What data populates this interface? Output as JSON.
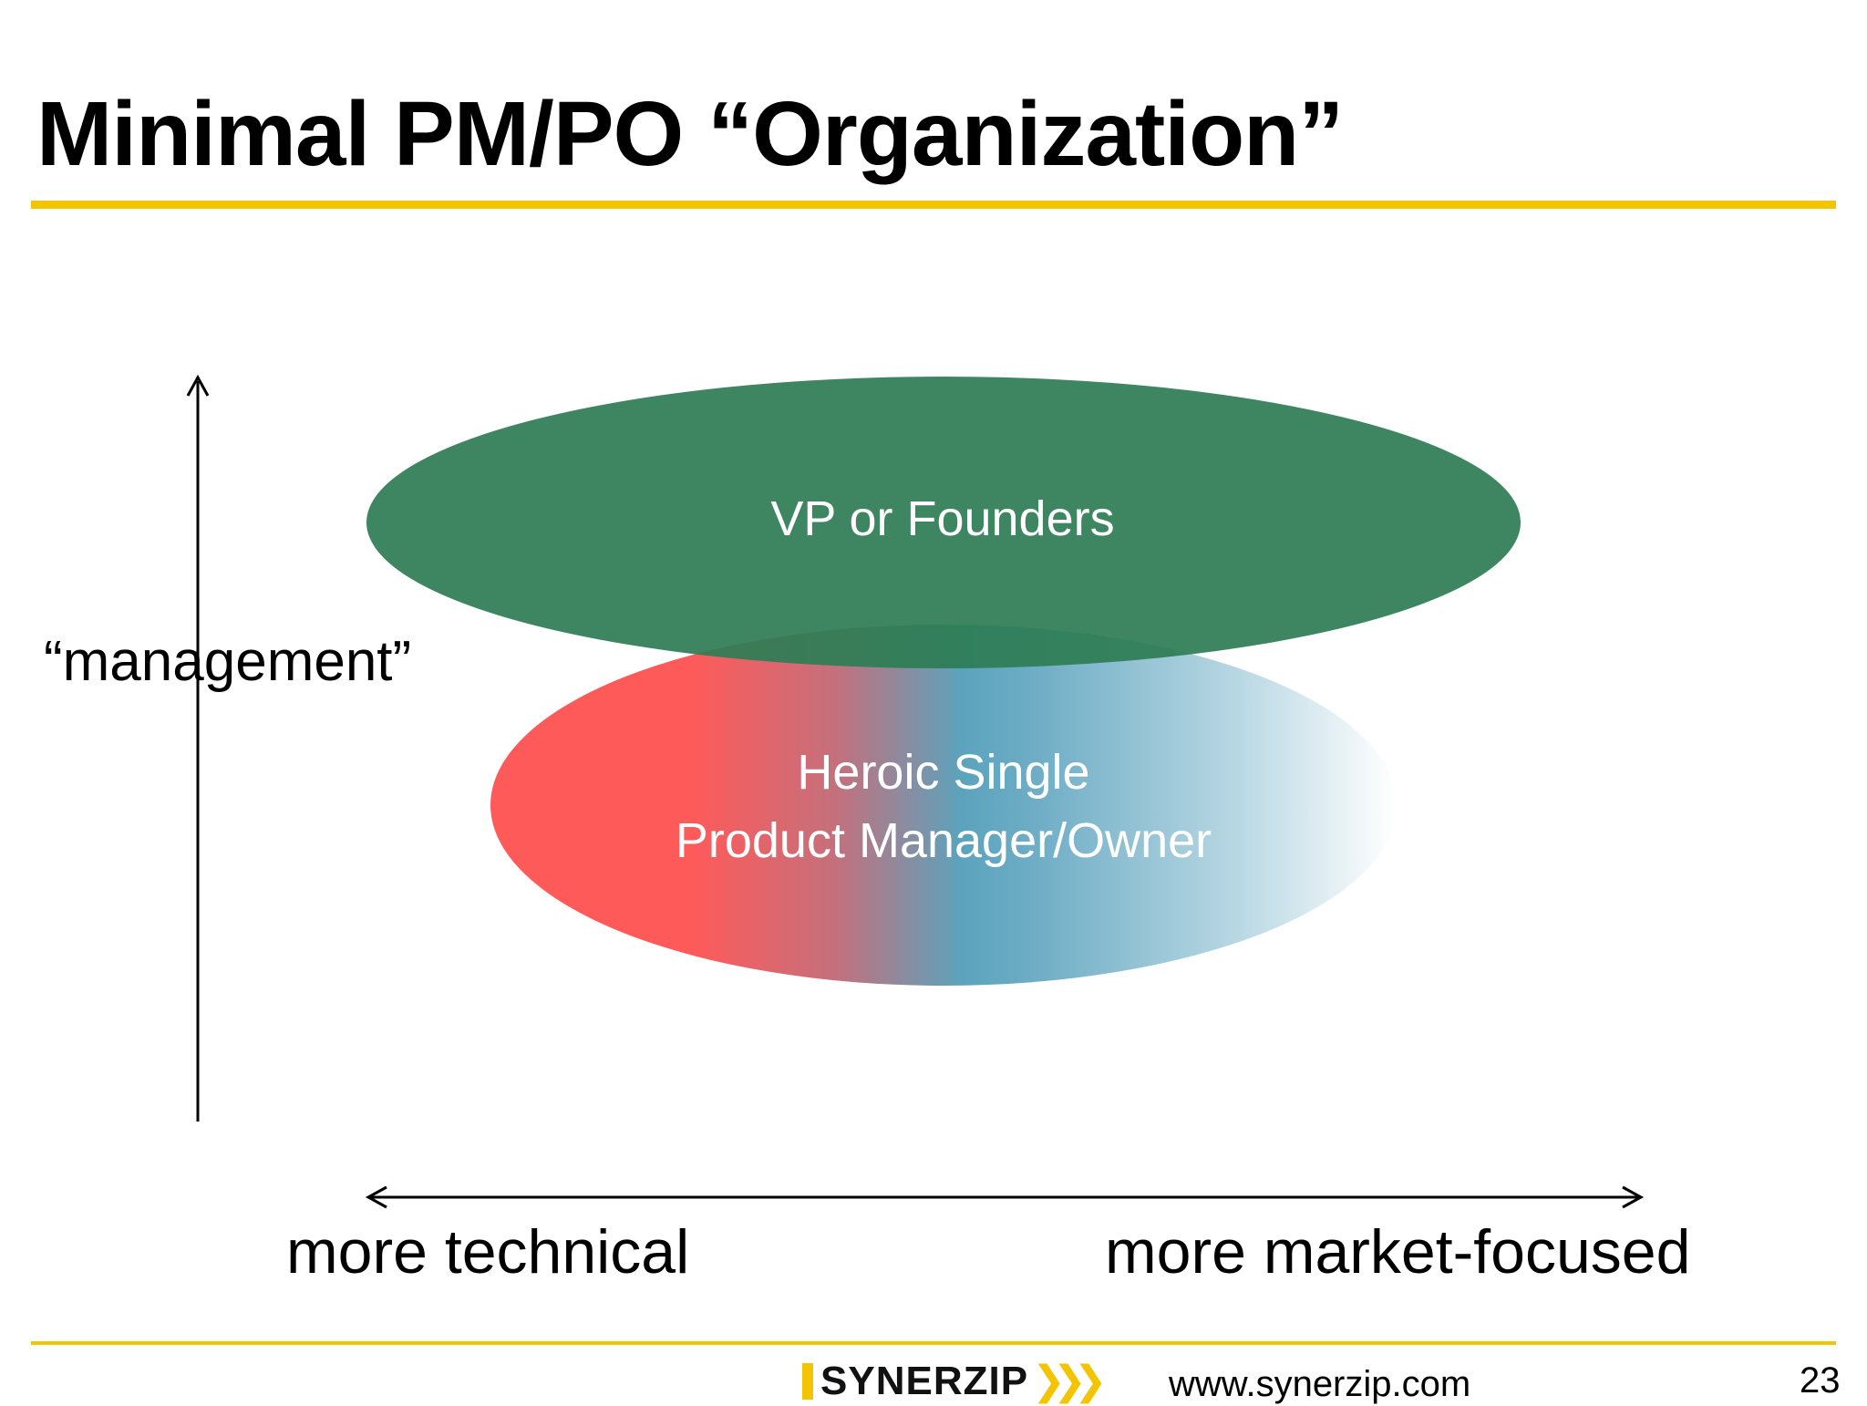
{
  "slide": {
    "title": "Minimal PM/PO “Organization”",
    "accent_color": "#f2c500"
  },
  "diagram": {
    "y_axis_label": "“management”",
    "x_axis_left_label": "more technical",
    "x_axis_right_label": "more market-focused",
    "roles": [
      {
        "label": "VP or Founders",
        "color": "#2e7d55"
      },
      {
        "label_lines": [
          "Heroic Single",
          "Product Manager/Owner"
        ],
        "gradient_colors": [
          "#ff5a5a",
          "#5ba3bd",
          "#ffffff"
        ]
      }
    ]
  },
  "footer": {
    "logo_text": "SYNERZIP",
    "logo_chevrons": "❯❯❯",
    "url": "www.synerzip.com",
    "page_number": "23"
  }
}
